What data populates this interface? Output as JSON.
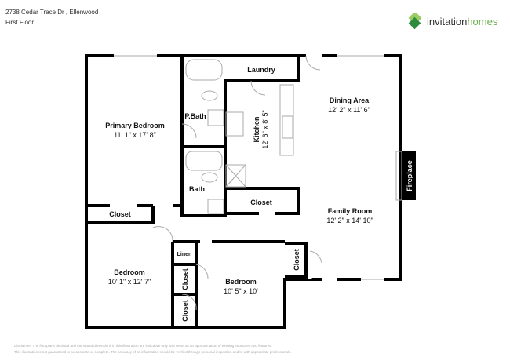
{
  "header": {
    "address": "2738 Cedar Trace Dr , Ellenwood",
    "floor": "First Floor"
  },
  "brand": {
    "name_1": "invitation",
    "name_2": "homes",
    "colors": [
      "#6ab04c",
      "#2e8b3e",
      "#9ccc65"
    ]
  },
  "rooms": {
    "primary_bedroom": {
      "label": "Primary Bedroom",
      "dim": "11' 1\" x 17' 8\""
    },
    "pbath": {
      "label": "P.Bath"
    },
    "bath": {
      "label": "Bath"
    },
    "laundry": {
      "label": "Laundry"
    },
    "kitchen": {
      "label": "Kitchen",
      "dim": "12' 6\" x 8' 5\""
    },
    "dining": {
      "label": "Dining Area",
      "dim": "12' 2\" x 11' 6\""
    },
    "family": {
      "label": "Family Room",
      "dim": "12' 2\" x 14' 10\""
    },
    "fireplace": {
      "label": "Fireplace"
    },
    "closet_kitchen": {
      "label": "Closet"
    },
    "closet_primary": {
      "label": "Closet"
    },
    "closet_right": {
      "label": "Closet"
    },
    "closet_hall1": {
      "label": "Closet"
    },
    "closet_hall2": {
      "label": "Closet"
    },
    "linen": {
      "label": "Linen"
    },
    "bedroom2": {
      "label": "Bedroom",
      "dim": "10' 1\" x 12' 7\""
    },
    "bedroom3": {
      "label": "Bedroom",
      "dim": "10' 5\" x 10'"
    }
  },
  "disclaimer": {
    "line1": "Disclaimer: The floorplans depicted and the stated dimensions in this illustration are indicative only and serve as an approximation of existing structures and features.",
    "line2": "This illustration is not guaranteed to be accurate or complete. The accuracy of all information should be verified through personal inspection and/or with appropriate professionals."
  }
}
